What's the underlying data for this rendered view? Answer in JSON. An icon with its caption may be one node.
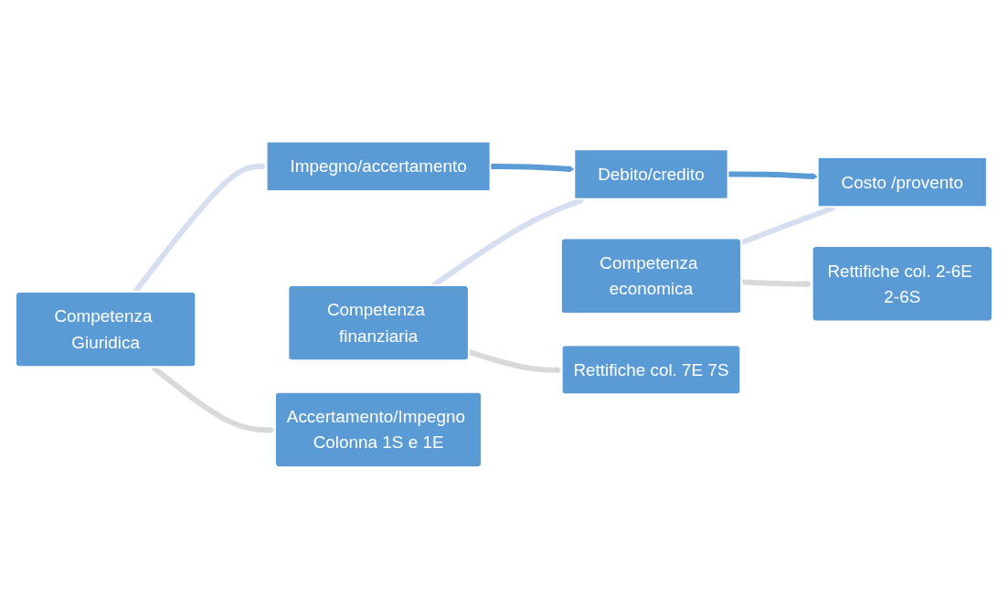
{
  "diagram": {
    "nodes": [
      {
        "text": [
          "Competenza Giuridica"
        ]
      },
      {
        "text": [
          "Impegno/accertamento"
        ]
      },
      {
        "text": [
          "Competenza finanziaria"
        ]
      },
      {
        "text": [
          "Debito/credito"
        ]
      },
      {
        "text": [
          "Competenza economica"
        ]
      },
      {
        "text": [
          "Costo /provento"
        ]
      },
      {
        "text": [
          "Accertamento/Impegno Colonna 1S e 1E"
        ]
      },
      {
        "text": [
          "Rettifiche col. 7E 7S"
        ]
      },
      {
        "text": [
          "Rettifiche col. 2-6E 2-6S"
        ]
      }
    ],
    "edges": [
      {
        "from": 0,
        "to": 1,
        "arrow": "to",
        "color": "#d6dff0"
      },
      {
        "from": 2,
        "to": 3,
        "arrow": "to",
        "color": "#d6dff0"
      },
      {
        "from": 4,
        "to": 5,
        "arrow": "to",
        "color": "#d6dff0"
      },
      {
        "from": 1,
        "to": 3,
        "arrow": "to",
        "color": "#5b9bd5"
      },
      {
        "from": 3,
        "to": 5,
        "arrow": "to",
        "color": "#5b9bd5"
      },
      {
        "from": 0,
        "to": 6,
        "arrow": "to",
        "color": "#d9d9d9"
      },
      {
        "from": 2,
        "to": 7,
        "arrow": "to",
        "color": "#d9d9d9"
      },
      {
        "from": 4,
        "to": 8,
        "arrow": "to",
        "color": "#d9d9d9"
      }
    ]
  }
}
